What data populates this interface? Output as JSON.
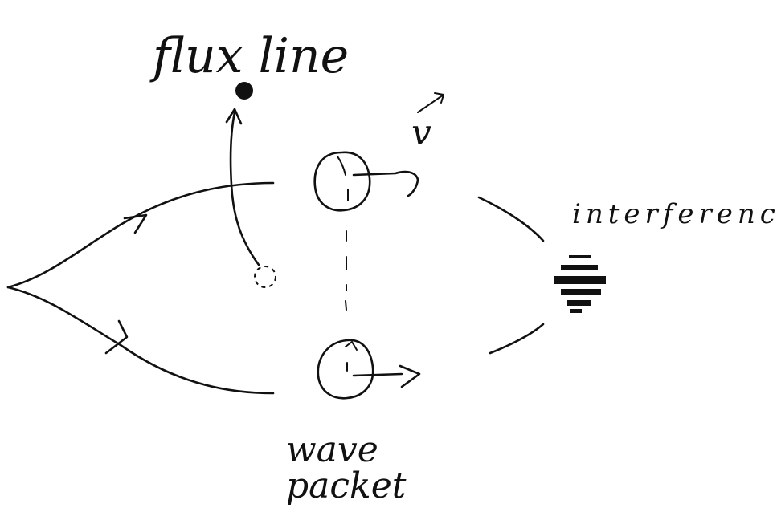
{
  "labels": {
    "flux_line": "flux line",
    "velocity": "v",
    "interference": "interference",
    "wave": "wave",
    "packet": "packet"
  },
  "colors": {
    "ink": "#111111",
    "paper": "#ffffff"
  }
}
